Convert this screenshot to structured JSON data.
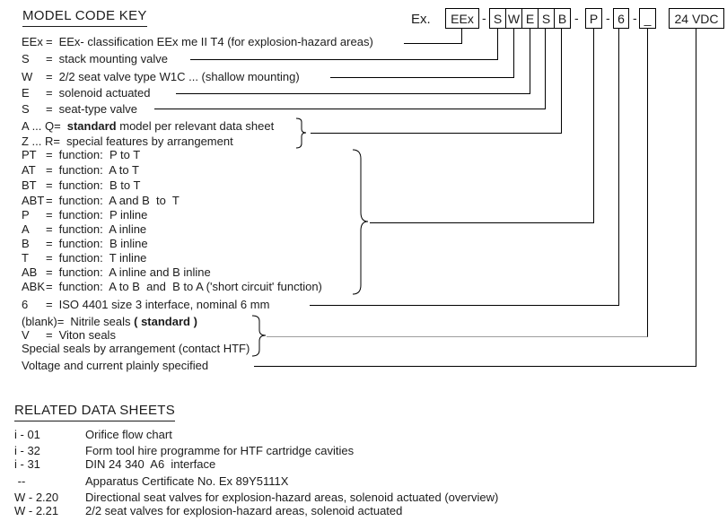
{
  "page": {
    "title": "MODEL CODE KEY",
    "example_label": "Ex."
  },
  "model_code": {
    "separator": "-",
    "boxes": [
      "EEx",
      "S",
      "W",
      "E",
      "S",
      "B",
      "P",
      "6",
      "_",
      "24 VDC"
    ]
  },
  "model_code_key": {
    "rows": [
      {
        "code": "EEx",
        "eq": "=",
        "segments": [
          {
            "text": "EEx- classification EEx me II T4 (for explosion-hazard areas)"
          }
        ]
      },
      {
        "code": "S",
        "eq": "=",
        "segments": [
          {
            "text": "stack mounting valve"
          }
        ]
      },
      {
        "code": "W",
        "eq": "=",
        "segments": [
          {
            "text": "2/2 seat valve type W1C ... (shallow mounting)"
          }
        ]
      },
      {
        "code": "E",
        "eq": "=",
        "segments": [
          {
            "text": "solenoid actuated"
          }
        ]
      },
      {
        "code": "S",
        "eq": "=",
        "segments": [
          {
            "text": "seat-type valve"
          }
        ]
      },
      {
        "code": "A ... Q",
        "eq": "=",
        "segments": [
          {
            "text": "standard",
            "bold": true
          },
          {
            "text": " model per relevant data sheet"
          }
        ]
      },
      {
        "code": "Z ... R",
        "eq": "=",
        "segments": [
          {
            "text": "special features by arrangement"
          }
        ]
      },
      {
        "code": "PT",
        "eq": "=",
        "segments": [
          {
            "text": "function:  P to T"
          }
        ]
      },
      {
        "code": "AT",
        "eq": "=",
        "segments": [
          {
            "text": "function:  A to T"
          }
        ]
      },
      {
        "code": "BT",
        "eq": "=",
        "segments": [
          {
            "text": "function:  B to T"
          }
        ]
      },
      {
        "code": "ABT",
        "eq": "=",
        "segments": [
          {
            "text": "function:  A and B  to  T"
          }
        ]
      },
      {
        "code": "P",
        "eq": "=",
        "segments": [
          {
            "text": "function:  P inline"
          }
        ]
      },
      {
        "code": "A",
        "eq": "=",
        "segments": [
          {
            "text": "function:  A inline"
          }
        ]
      },
      {
        "code": "B",
        "eq": "=",
        "segments": [
          {
            "text": "function:  B inline"
          }
        ]
      },
      {
        "code": "T",
        "eq": "=",
        "segments": [
          {
            "text": "function:  T inline"
          }
        ]
      },
      {
        "code": "AB",
        "eq": "=",
        "segments": [
          {
            "text": "function:  A inline and B inline"
          }
        ]
      },
      {
        "code": "ABK",
        "eq": "=",
        "segments": [
          {
            "text": "function:  A to B  and  B to A ('short circuit' function)"
          }
        ]
      },
      {
        "code": "6",
        "eq": "=",
        "segments": [
          {
            "text": "ISO 4401 size 3 interface, nominal 6 mm"
          }
        ]
      },
      {
        "code": "(blank)",
        "eq": "=",
        "segments": [
          {
            "text": "Nitrile seals "
          },
          {
            "text": "( standard )",
            "bold": true
          }
        ]
      },
      {
        "code": "V",
        "eq": "=",
        "segments": [
          {
            "text": "Viton seals"
          }
        ]
      },
      {
        "code": "",
        "eq": "",
        "segments": [
          {
            "text": "Special seals by arrangement (contact HTF)"
          }
        ]
      },
      {
        "code": "",
        "eq": "",
        "segments": [
          {
            "text": "Voltage and current plainly specified"
          }
        ]
      }
    ]
  },
  "related_data_sheets": {
    "title": "RELATED DATA SHEETS",
    "rows": [
      {
        "code": "i - 01",
        "desc": "Orifice flow chart"
      },
      {
        "code": "i - 32",
        "desc": "Form tool hire programme for HTF cartridge cavities"
      },
      {
        "code": "i - 31",
        "desc": "DIN 24 340  A6  interface"
      },
      {
        "code": " --",
        "desc": "Apparatus Certificate No. Ex 89Y5111X"
      },
      {
        "code": "W - 2.20",
        "desc": "Directional seat valves for explosion-hazard areas, solenoid actuated (overview)"
      },
      {
        "code": "W - 2.21",
        "desc": "2/2 seat valves for explosion-hazard areas, solenoid actuated"
      }
    ]
  },
  "colors": {
    "text": "#1c1c1c",
    "line": "#000000",
    "light_line": "#9e9e9e"
  }
}
